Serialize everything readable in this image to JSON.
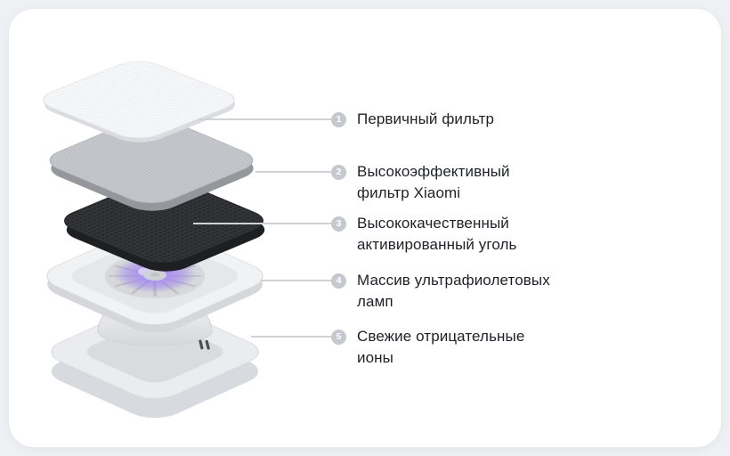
{
  "page": {
    "background": "#eef0f3",
    "card_background": "#ffffff"
  },
  "callouts": {
    "items": [
      {
        "number": "1",
        "label": "Первичный фильтр"
      },
      {
        "number": "2",
        "label": "Высокоэффективный\nфильтр Xiaomi"
      },
      {
        "number": "3",
        "label": "Высококачественный\nактивированный уголь"
      },
      {
        "number": "4",
        "label": "Массив ультрафиолетовых\nламп"
      },
      {
        "number": "5",
        "label": "Свежие отрицательные\nионы"
      }
    ]
  },
  "illustration": {
    "icon": "air-purifier-exploded-view-icon",
    "colors": {
      "uv_glow": "#a78bf0",
      "carbon": "#2e2f33",
      "hepa": "#c5c8cc",
      "mesh": "#f7f8fa",
      "badge": "#c5c9cf",
      "leader_line": "#cfd3d7",
      "text": "#1d2126"
    }
  }
}
